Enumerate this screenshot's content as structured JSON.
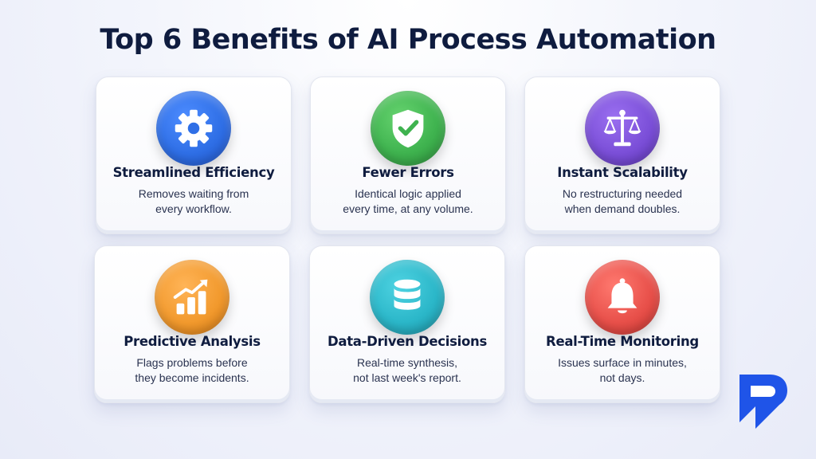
{
  "title": "Top 6 Benefits of AI Process Automation",
  "colors": {
    "blue": "#2f6fe6",
    "green": "#3fb34f",
    "purple": "#7b4fd8",
    "orange": "#f29a2e",
    "teal": "#2bb7c9",
    "red": "#e8504a",
    "logo": "#1f54e8"
  },
  "cards": [
    {
      "icon": "gear-icon",
      "title": "Streamlined Efficiency",
      "desc": [
        "Removes waiting from",
        "every workflow."
      ]
    },
    {
      "icon": "shield-check-icon",
      "title": "Fewer Errors",
      "desc": [
        "Identical logic applied",
        "every time, at any volume."
      ]
    },
    {
      "icon": "scales-icon",
      "title": "Instant Scalability",
      "desc": [
        "No restructuring needed",
        "when demand doubles."
      ]
    },
    {
      "icon": "chart-arrow-icon",
      "title": "Predictive Analysis",
      "desc": [
        "Flags problems before",
        "they become incidents."
      ]
    },
    {
      "icon": "database-icon",
      "title": "Data-Driven Decisions",
      "desc": [
        "Real-time synthesis,",
        "not last week's report."
      ]
    },
    {
      "icon": "bell-icon",
      "title": "Real-Time Monitoring",
      "desc": [
        "Issues surface in minutes,",
        "not days."
      ]
    }
  ],
  "logo": {
    "icon": "brand-logo-icon"
  }
}
